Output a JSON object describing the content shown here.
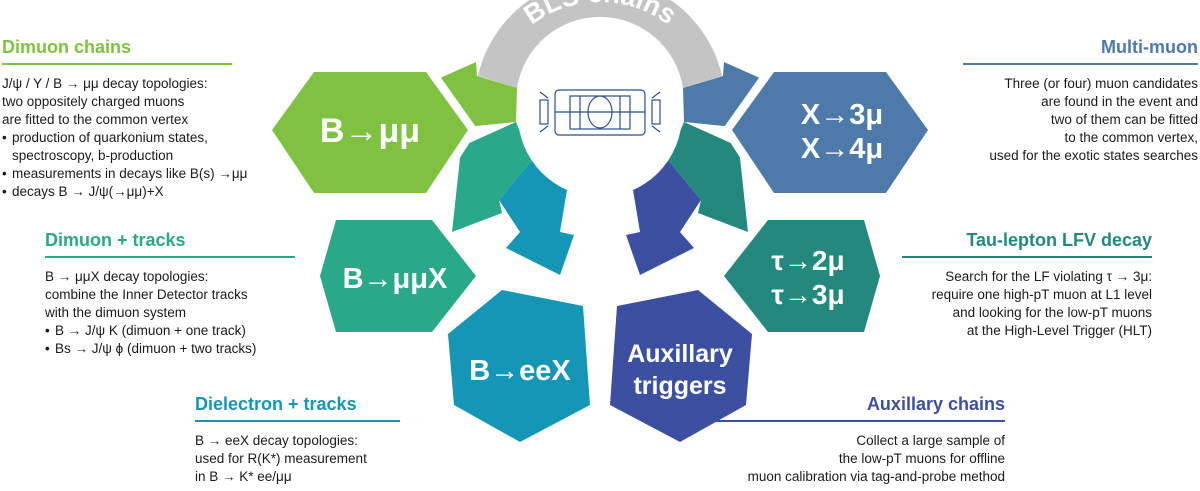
{
  "center": {
    "title": "BLS chains"
  },
  "hexagons": [
    {
      "id": "dimuon",
      "lines": [
        "B→μμ"
      ],
      "color": "#7fc241"
    },
    {
      "id": "dimuon-tracks",
      "lines": [
        "B→μμX"
      ],
      "color": "#2aa98a"
    },
    {
      "id": "dielectron",
      "lines": [
        "B→eeX"
      ],
      "color": "#1596b5"
    },
    {
      "id": "aux",
      "lines": [
        "Auxillary",
        "triggers"
      ],
      "color": "#3d4fa0"
    },
    {
      "id": "tau",
      "lines": [
        "τ→2μ",
        "τ→3μ"
      ],
      "color": "#23897e"
    },
    {
      "id": "multimuon",
      "lines": [
        "X→3μ",
        "X→4μ"
      ],
      "color": "#4e7aa9"
    }
  ],
  "blocks": {
    "dimuon": {
      "title": "Dimuon chains",
      "color": "#7fc241",
      "desc": [
        "J/ψ / Υ / B → μμ decay topologies:",
        "two oppositely charged muons",
        "are fitted to the common vertex"
      ],
      "bullets": [
        "production of quarkonium states,",
        "spectroscopy, b-production",
        "measurements in decays like B(s) →μμ",
        "decays B → J/ψ(→μμ)+X"
      ]
    },
    "dimuon_tracks": {
      "title": "Dimuon + tracks",
      "color": "#2aa98a",
      "desc": [
        "B → μμX decay topologies:",
        "combine the Inner Detector tracks",
        "with the dimuon system"
      ],
      "bullets": [
        "B → J/ψ K (dimuon + one track)",
        "Bs → J/ψ ϕ (dimuon + two tracks)"
      ]
    },
    "dielectron": {
      "title": "Dielectron + tracks",
      "color": "#1596b5",
      "desc": [
        "B → eeX decay topologies:",
        "used for R(K*) measurement",
        "in B → K* ee/μμ"
      ]
    },
    "multimuon": {
      "title": "Multi-muon",
      "color": "#4e7aa9",
      "desc": [
        "Three (or four) muon candidates",
        "are found in the event and",
        "two of them can be fitted",
        "to the common vertex,",
        "used for the exotic states searches"
      ]
    },
    "tau": {
      "title": "Tau-lepton LFV decay",
      "color": "#23897e",
      "desc": [
        "Search for the LF violating τ → 3μ:",
        "require one high-pT muon at L1 level",
        "and looking for the low-pT muons",
        "at the High-Level Trigger (HLT)"
      ]
    },
    "aux": {
      "title": "Auxillary chains",
      "color": "#3d4fa0",
      "desc": [
        "Collect a large sample of",
        "the low-pT muons for offline",
        "muon calibration via tag-and-probe method"
      ]
    }
  }
}
